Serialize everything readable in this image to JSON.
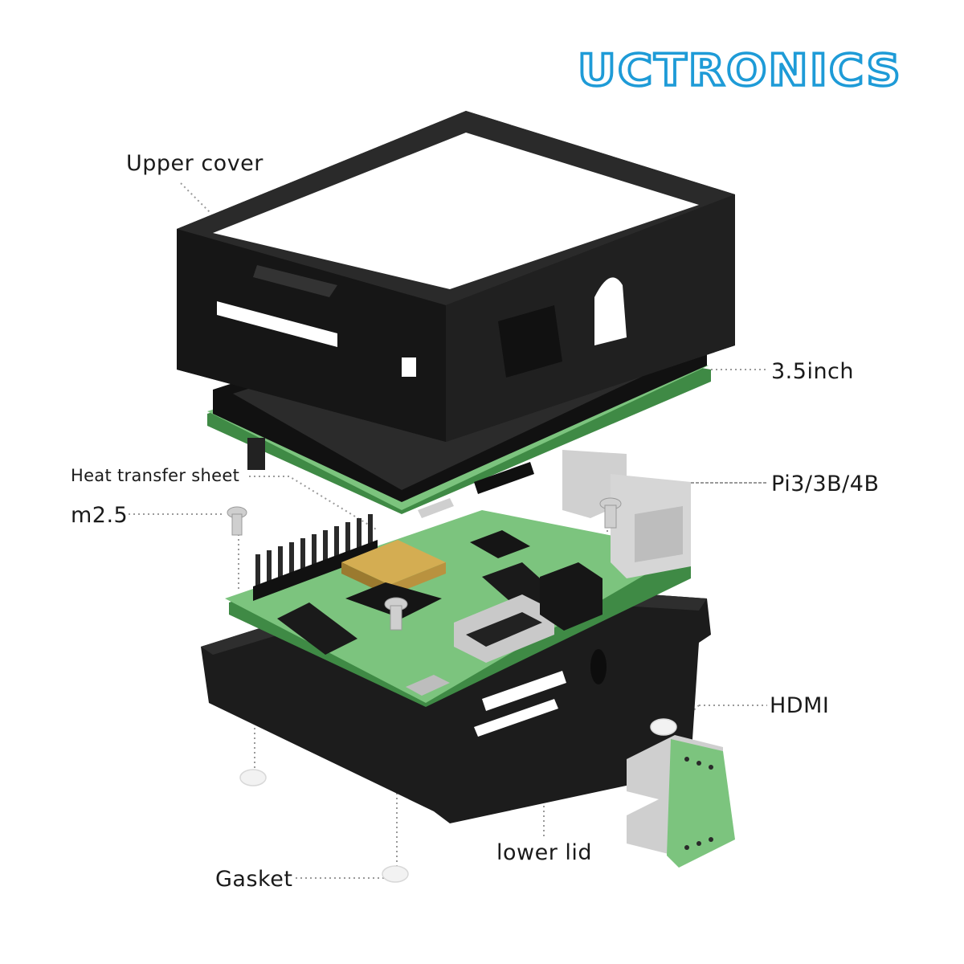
{
  "brand": {
    "name": "UCTRONICS",
    "color": "#1E9BD7"
  },
  "labels": {
    "upper_cover": "Upper cover",
    "screen_size": "3.5inch",
    "heat_transfer_sheet": "Heat transfer sheet",
    "board_models": "Pi3/3B/4B",
    "screw": "m2.5",
    "hdmi": "HDMI",
    "lower_lid": "lower lid",
    "gasket": "Gasket"
  },
  "colors": {
    "case": "#1c1c1c",
    "pcb": "#7cc47e",
    "pcb_dark": "#3f8a45",
    "metal": "#cfcfcf",
    "chip_gold": "#d4ad52"
  },
  "icons": {
    "case_upper": "case-upper-cover-icon",
    "case_lower": "case-lower-lid-icon",
    "lcd": "lcd-display-board-icon",
    "pi": "raspberry-pi-board-icon",
    "hdmi_adapter": "hdmi-adapter-icon",
    "screw": "screw-icon",
    "gasket": "gasket-icon"
  }
}
